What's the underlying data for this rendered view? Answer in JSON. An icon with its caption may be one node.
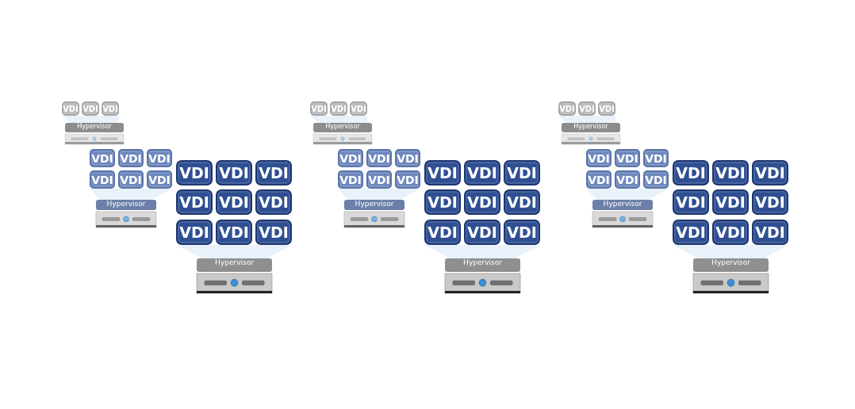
{
  "diagram": {
    "nodes": [
      {
        "text": [
          "VDI"
        ]
      },
      {
        "text": [
          "VDI"
        ]
      },
      {
        "text": [
          "VDI"
        ]
      },
      {
        "text": [
          "Hypervisor"
        ]
      },
      {
        "text": [
          "VDI"
        ]
      },
      {
        "text": [
          "VDI"
        ]
      },
      {
        "text": [
          "VDI"
        ]
      },
      {
        "text": [
          "VDI"
        ]
      },
      {
        "text": [
          "VDI"
        ]
      },
      {
        "text": [
          "VDI"
        ]
      },
      {
        "text": [
          "Hypervisor"
        ]
      },
      {
        "text": [
          "VDI"
        ]
      },
      {
        "text": [
          "VDI"
        ]
      },
      {
        "text": [
          "VDI"
        ]
      },
      {
        "text": [
          "VDI"
        ]
      },
      {
        "text": [
          "VDI"
        ]
      },
      {
        "text": [
          "VDI"
        ]
      },
      {
        "text": [
          "VDI"
        ]
      },
      {
        "text": [
          "VDI"
        ]
      },
      {
        "text": [
          "VDI"
        ]
      },
      {
        "text": [
          "Hypervisor"
        ]
      },
      {
        "text": [
          "VDI"
        ]
      },
      {
        "text": [
          "VDI"
        ]
      },
      {
        "text": [
          "VDI"
        ]
      },
      {
        "text": [
          "Hypervisor"
        ]
      },
      {
        "text": [
          "VDI"
        ]
      },
      {
        "text": [
          "VDI"
        ]
      },
      {
        "text": [
          "VDI"
        ]
      },
      {
        "text": [
          "VDI"
        ]
      },
      {
        "text": [
          "VDI"
        ]
      },
      {
        "text": [
          "VDI"
        ]
      },
      {
        "text": [
          "Hypervisor"
        ]
      },
      {
        "text": [
          "VDI"
        ]
      },
      {
        "text": [
          "VDI"
        ]
      },
      {
        "text": [
          "VDI"
        ]
      },
      {
        "text": [
          "VDI"
        ]
      },
      {
        "text": [
          "VDI"
        ]
      },
      {
        "text": [
          "VDI"
        ]
      },
      {
        "text": [
          "VDI"
        ]
      },
      {
        "text": [
          "VDI"
        ]
      },
      {
        "text": [
          "VDI"
        ]
      },
      {
        "text": [
          "Hypervisor"
        ]
      },
      {
        "text": [
          "VDI"
        ]
      },
      {
        "text": [
          "VDI"
        ]
      },
      {
        "text": [
          "VDI"
        ]
      },
      {
        "text": [
          "Hypervisor"
        ]
      },
      {
        "text": [
          "VDI"
        ]
      },
      {
        "text": [
          "VDI"
        ]
      },
      {
        "text": [
          "VDI"
        ]
      },
      {
        "text": [
          "VDI"
        ]
      },
      {
        "text": [
          "VDI"
        ]
      },
      {
        "text": [
          "VDI"
        ]
      },
      {
        "text": [
          "Hypervisor"
        ]
      },
      {
        "text": [
          "VDI"
        ]
      },
      {
        "text": [
          "VDI"
        ]
      },
      {
        "text": [
          "VDI"
        ]
      },
      {
        "text": [
          "VDI"
        ]
      },
      {
        "text": [
          "VDI"
        ]
      },
      {
        "text": [
          "VDI"
        ]
      },
      {
        "text": [
          "VDI"
        ]
      },
      {
        "text": [
          "VDI"
        ]
      },
      {
        "text": [
          "VDI"
        ]
      },
      {
        "text": [
          "Hypervisor"
        ]
      }
    ]
  }
}
